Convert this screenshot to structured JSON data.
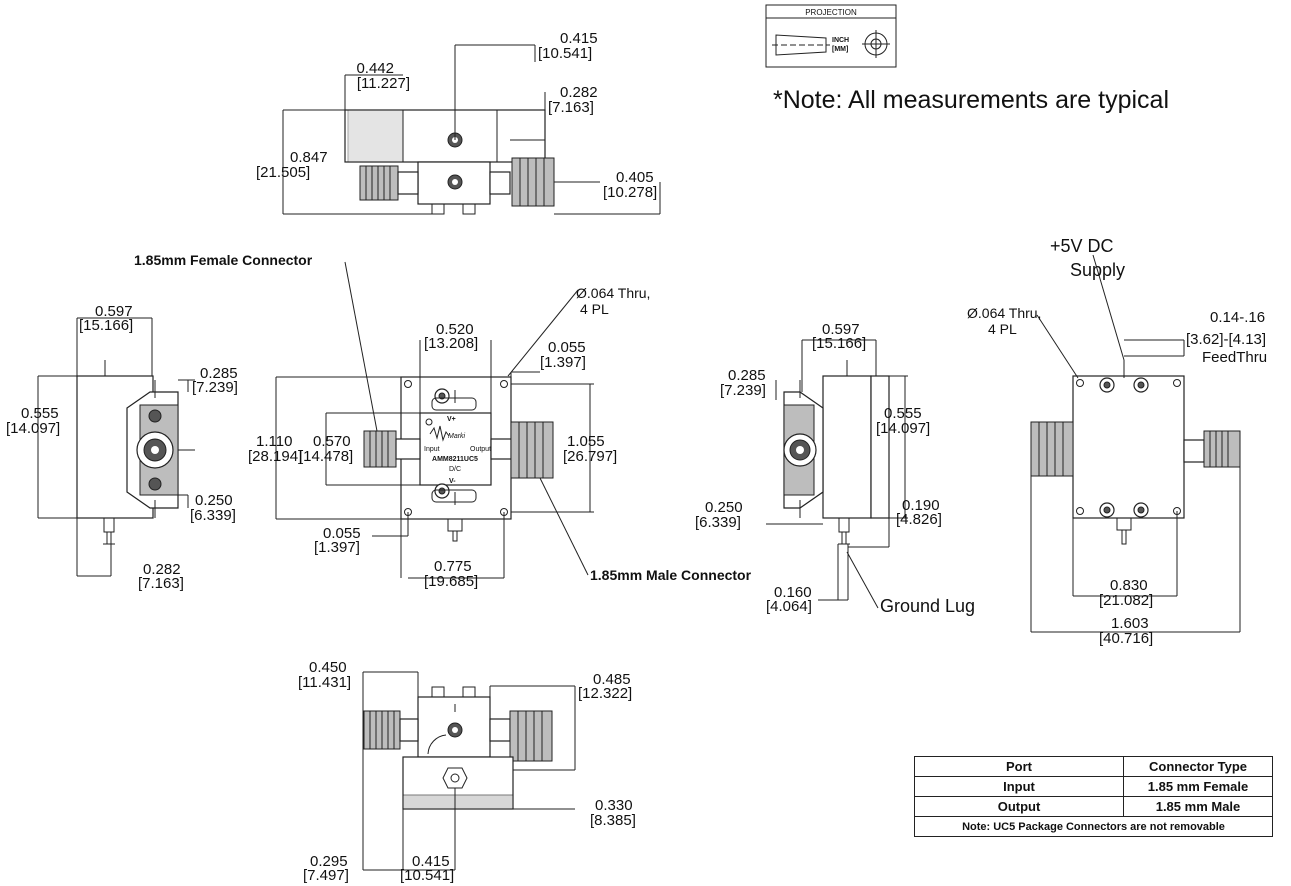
{
  "projection": {
    "title": "PROJECTION",
    "unit_inch": "INCH",
    "unit_mm": "[MM]"
  },
  "note": "*Note: All measurements are typical",
  "top_view": {
    "d1": {
      "in": "0.442",
      "mm": "[11.227]"
    },
    "d2": {
      "in": "0.415",
      "mm": "[10.541]"
    },
    "d3": {
      "in": "0.282",
      "mm": "[7.163]"
    },
    "d4": {
      "in": "0.847",
      "mm": "[21.505]"
    },
    "d5": {
      "in": "0.405",
      "mm": "[10.278]"
    }
  },
  "left_view": {
    "d1": {
      "in": "0.597",
      "mm": "[15.166]"
    },
    "d2": {
      "in": "0.285",
      "mm": "[7.239]"
    },
    "d3": {
      "in": "0.555",
      "mm": "[14.097]"
    },
    "d4": {
      "in": "0.250",
      "mm": "[6.339]"
    },
    "d5": {
      "in": "0.282",
      "mm": "[7.163]"
    }
  },
  "front_view": {
    "female_label": "1.85mm Female Connector",
    "male_label": "1.85mm Male Connector",
    "hole_label_1": "Ø.064 Thru,",
    "hole_label_2": "4 PL",
    "d1": {
      "in": "0.520",
      "mm": "[13.208]"
    },
    "d2": {
      "in": "0.055",
      "mm": "[1.397]"
    },
    "d3": {
      "in": "1.110",
      "mm": "[28.194]"
    },
    "d4": {
      "in": "0.570",
      "mm": "[14.478]"
    },
    "d5": {
      "in": "1.055",
      "mm": "[26.797]"
    },
    "d6": {
      "in": "0.055",
      "mm": "[1.397]"
    },
    "d7": {
      "in": "0.775",
      "mm": "[19.685]"
    },
    "chip": {
      "brand": "Marki",
      "part": "AMM8211UC5",
      "dc": "D/C",
      "vplus": "V+",
      "vminus": "V-",
      "input": "Input",
      "output": "Output"
    }
  },
  "right_view": {
    "d1": {
      "in": "0.597",
      "mm": "[15.166]"
    },
    "d2": {
      "in": "0.285",
      "mm": "[7.239]"
    },
    "d3": {
      "in": "0.555",
      "mm": "[14.097]"
    },
    "d4": {
      "in": "0.250",
      "mm": "[6.339]"
    },
    "d5": {
      "in": "0.190",
      "mm": "[4.826]"
    },
    "d6": {
      "in": "0.160",
      "mm": "[4.064]"
    },
    "ground_label": "Ground Lug"
  },
  "back_view": {
    "supply_1": "+5V DC",
    "supply_2": "Supply",
    "hole_label_1": "Ø.064 Thru,",
    "hole_label_2": "4 PL",
    "feed_1": "0.14-.16",
    "feed_2": "[3.62]-[4.13]",
    "feed_3": "FeedThru",
    "d1": {
      "in": "0.830",
      "mm": "[21.082]"
    },
    "d2": {
      "in": "1.603",
      "mm": "[40.716]"
    }
  },
  "bottom_view": {
    "d1": {
      "in": "0.450",
      "mm": "[11.431]"
    },
    "d2": {
      "in": "0.485",
      "mm": "[12.322]"
    },
    "d3": {
      "in": "0.330",
      "mm": "[8.385]"
    },
    "d4": {
      "in": "0.295",
      "mm": "[7.497]"
    },
    "d5": {
      "in": "0.415",
      "mm": "[10.541]"
    }
  },
  "connector_table": {
    "headers": [
      "Port",
      "Connector Type"
    ],
    "rows": [
      [
        "Input",
        "1.85 mm Female"
      ],
      [
        "Output",
        "1.85 mm Male"
      ]
    ],
    "footnote": "Note: UC5 Package Connectors are not removable"
  }
}
